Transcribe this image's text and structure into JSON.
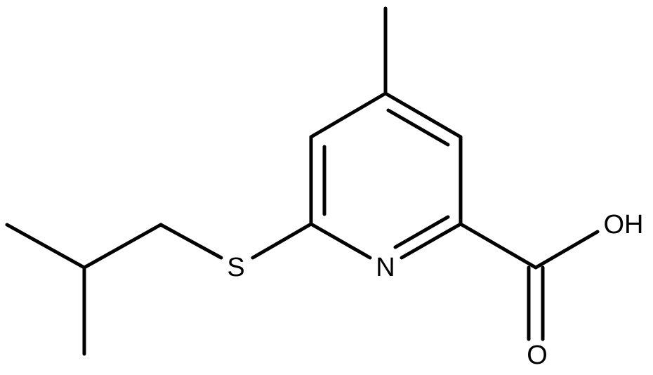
{
  "atoms": {
    "nitrogen": "N",
    "sulfur": "S",
    "hydroxyl": "OH",
    "carbonyl_oxygen": "O"
  },
  "colors": {
    "bond": "#000000",
    "background": "#ffffff"
  }
}
